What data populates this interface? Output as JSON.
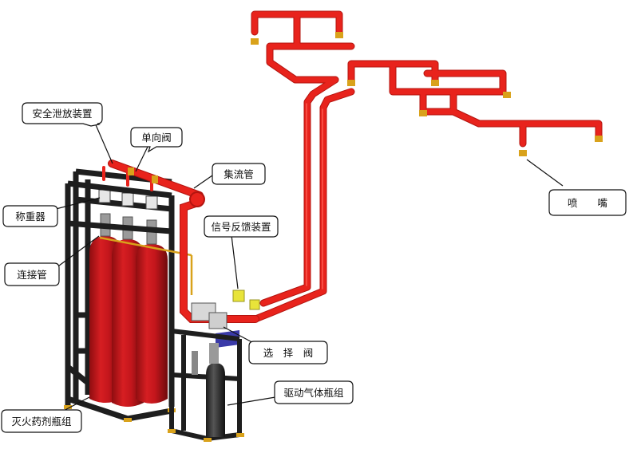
{
  "labels": {
    "safety_relief": "安全泄放装置",
    "check_valve": "单向阀",
    "manifold": "集流管",
    "weigher": "称重器",
    "signal_feedback": "信号反馈装置",
    "connecting_pipe": "连接管",
    "selector_valve": "选　择　阀",
    "nozzle": "喷　　嘴",
    "drive_gas_group": "驱动气体瓶组",
    "agent_cylinder_group": "灭火药剂瓶组"
  },
  "colors": {
    "pipe_red": "#e8231c",
    "pipe_shade": "#b3140f",
    "cylinder_red": "#c4161c",
    "frame_black": "#1e1e1e",
    "nozzle_gold": "#d9a21b",
    "signal_yellow": "#e8e43a",
    "valve_blue": "#3a3aa8"
  },
  "icons": [
    "nozzle-icon",
    "selector-valve-icon",
    "weigher-icon",
    "check-valve-icon",
    "signal-feedback-icon"
  ]
}
